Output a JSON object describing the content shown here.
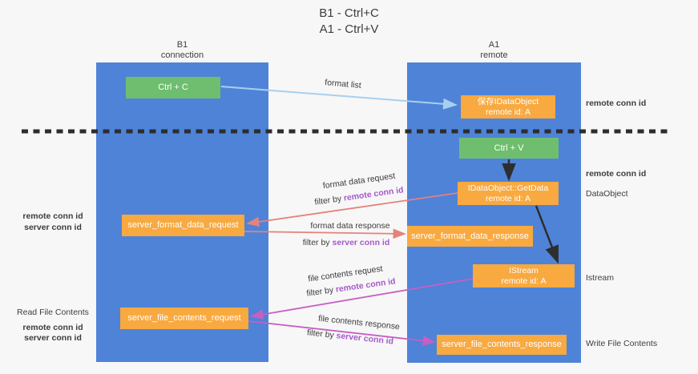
{
  "title": {
    "line1": "B1 - Ctrl+C",
    "line2": "A1 - Ctrl+V"
  },
  "columns": {
    "b1": {
      "name": "B1",
      "subtitle": "connection"
    },
    "a1": {
      "name": "A1",
      "subtitle": "remote"
    }
  },
  "boxes": {
    "ctrl_c": {
      "label": "Ctrl + C"
    },
    "ctrl_v": {
      "label": "Ctrl + V"
    },
    "save_dataobject": {
      "line1": "保存IDataObject",
      "line2": "remote id: A"
    },
    "getdata": {
      "line1": "IDataObject::GetData",
      "line2": "remote id: A"
    },
    "istream": {
      "line1": "IStream",
      "line2": "remote id: A"
    },
    "server_format_data_request": {
      "label": "server_format_data_request"
    },
    "server_format_data_response": {
      "label": "server_format_data_response"
    },
    "server_file_contents_request": {
      "label": "server_file_contents_request"
    },
    "server_file_contents_response": {
      "label": "server_file_contents_response"
    }
  },
  "arrows": {
    "format_list": {
      "label": "format list"
    },
    "format_data_request": {
      "label": "format data request",
      "filter_prefix": "filter by",
      "filter_key": "remote conn id"
    },
    "format_data_response": {
      "label": "format data response",
      "filter_prefix": "filter by",
      "filter_key": "server conn id"
    },
    "file_contents_request": {
      "label": "file contents request",
      "filter_prefix": "filter by",
      "filter_key": "remote conn id"
    },
    "file_contents_response": {
      "label": "file contents response",
      "filter_prefix": "filter by",
      "filter_key": "server conn id"
    }
  },
  "side_labels": {
    "left": {
      "format_remote": "remote conn id",
      "format_server": "server conn id",
      "read_file": "Read File Contents",
      "file_remote": "remote conn id",
      "file_server": "server conn id"
    },
    "right": {
      "top_remote": "remote conn id",
      "mid_remote": "remote conn id",
      "dataobject": "DataObject",
      "istream": "Istream",
      "write_file": "Write File Contents"
    }
  },
  "colors": {
    "background": "#F7F7F7",
    "column_blue": "#4E83D8",
    "box_green": "#6FBE6F",
    "box_orange": "#F8A940",
    "arrow_lightblue": "#A8CFEE",
    "arrow_black": "#2E2E2E",
    "arrow_salmon": "#E5827B",
    "arrow_magenta": "#C75FC4",
    "divider_black": "#2D2D2D",
    "text_purple": "#A45BC8",
    "text_green": "#54B054",
    "text_dark": "#3D3D3D"
  }
}
